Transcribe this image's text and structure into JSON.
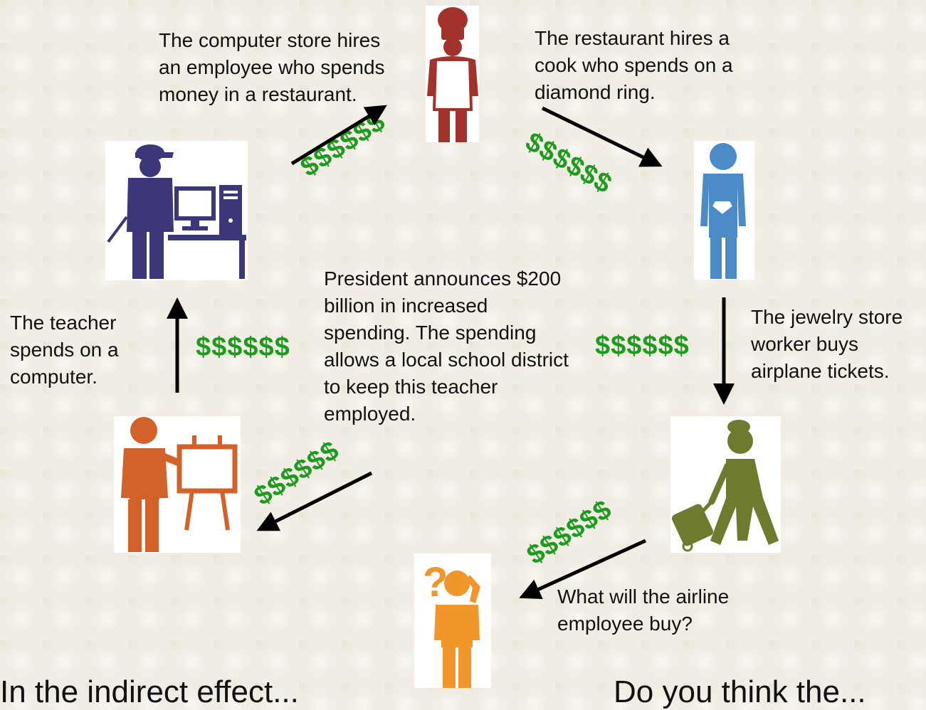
{
  "steps": {
    "computer_store": "The computer store hires an employee who spends money in a restaurant.",
    "restaurant": "The restaurant hires a cook who spends on a diamond ring.",
    "jewelry": "The jewelry store worker buys airplane tickets.",
    "airline": "What will the airline employee buy?",
    "teacher": "The teacher spends on a computer.",
    "president": "President announces $200 billion in increased spending. The spending allows a local school district to keep this teacher employed."
  },
  "money_label": "$$$$$$",
  "bottom_left": "In the indirect effect...",
  "bottom_right": "Do you think the...",
  "figures": {
    "cook": {
      "icon": "chef-icon",
      "color": "#a3322c"
    },
    "computer_worker": {
      "icon": "computer-worker-icon",
      "color": "#3b3778"
    },
    "jeweler": {
      "icon": "jeweler-icon",
      "color": "#4b8cc8"
    },
    "traveler": {
      "icon": "traveler-icon",
      "color": "#6e7a2e"
    },
    "question_person": {
      "icon": "question-person-icon",
      "color": "#f0962a"
    },
    "teacher": {
      "icon": "teacher-icon",
      "color": "#d2622a"
    }
  },
  "colors": {
    "money": "#1e9a1e",
    "arrow": "#000000"
  }
}
